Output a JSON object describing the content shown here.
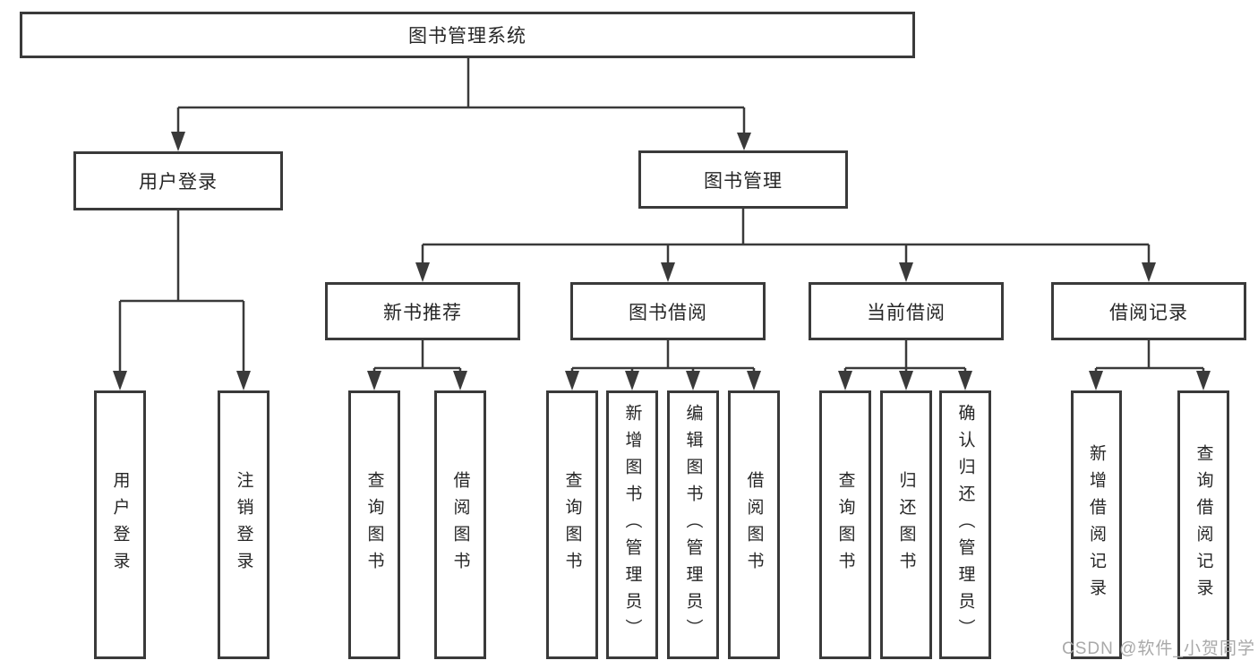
{
  "tree": {
    "root": {
      "label": "图书管理系统"
    },
    "branches": [
      {
        "label": "用户登录",
        "children": [
          {
            "label": "用户登录"
          },
          {
            "label": "注销登录"
          }
        ]
      },
      {
        "label": "图书管理",
        "children": [
          {
            "label": "新书推荐",
            "children": [
              {
                "label": "查询图书"
              },
              {
                "label": "借阅图书"
              }
            ]
          },
          {
            "label": "图书借阅",
            "children": [
              {
                "label": "查询图书"
              },
              {
                "label": "新增图书（管理员）"
              },
              {
                "label": "编辑图书（管理员）"
              },
              {
                "label": "借阅图书"
              }
            ]
          },
          {
            "label": "当前借阅",
            "children": [
              {
                "label": "查询图书"
              },
              {
                "label": "归还图书"
              },
              {
                "label": "确认归还（管理员）"
              }
            ]
          },
          {
            "label": "借阅记录",
            "children": [
              {
                "label": "新增借阅记录"
              },
              {
                "label": "查询借阅记录"
              }
            ]
          }
        ]
      }
    ]
  },
  "watermark": {
    "text": "CSDN @软件_小贺同学"
  },
  "colors": {
    "line": "#3a3a3a",
    "box_border": "#3a3a3a",
    "text": "#262626",
    "watermark": "#a9a9a9",
    "background": "#ffffff"
  }
}
